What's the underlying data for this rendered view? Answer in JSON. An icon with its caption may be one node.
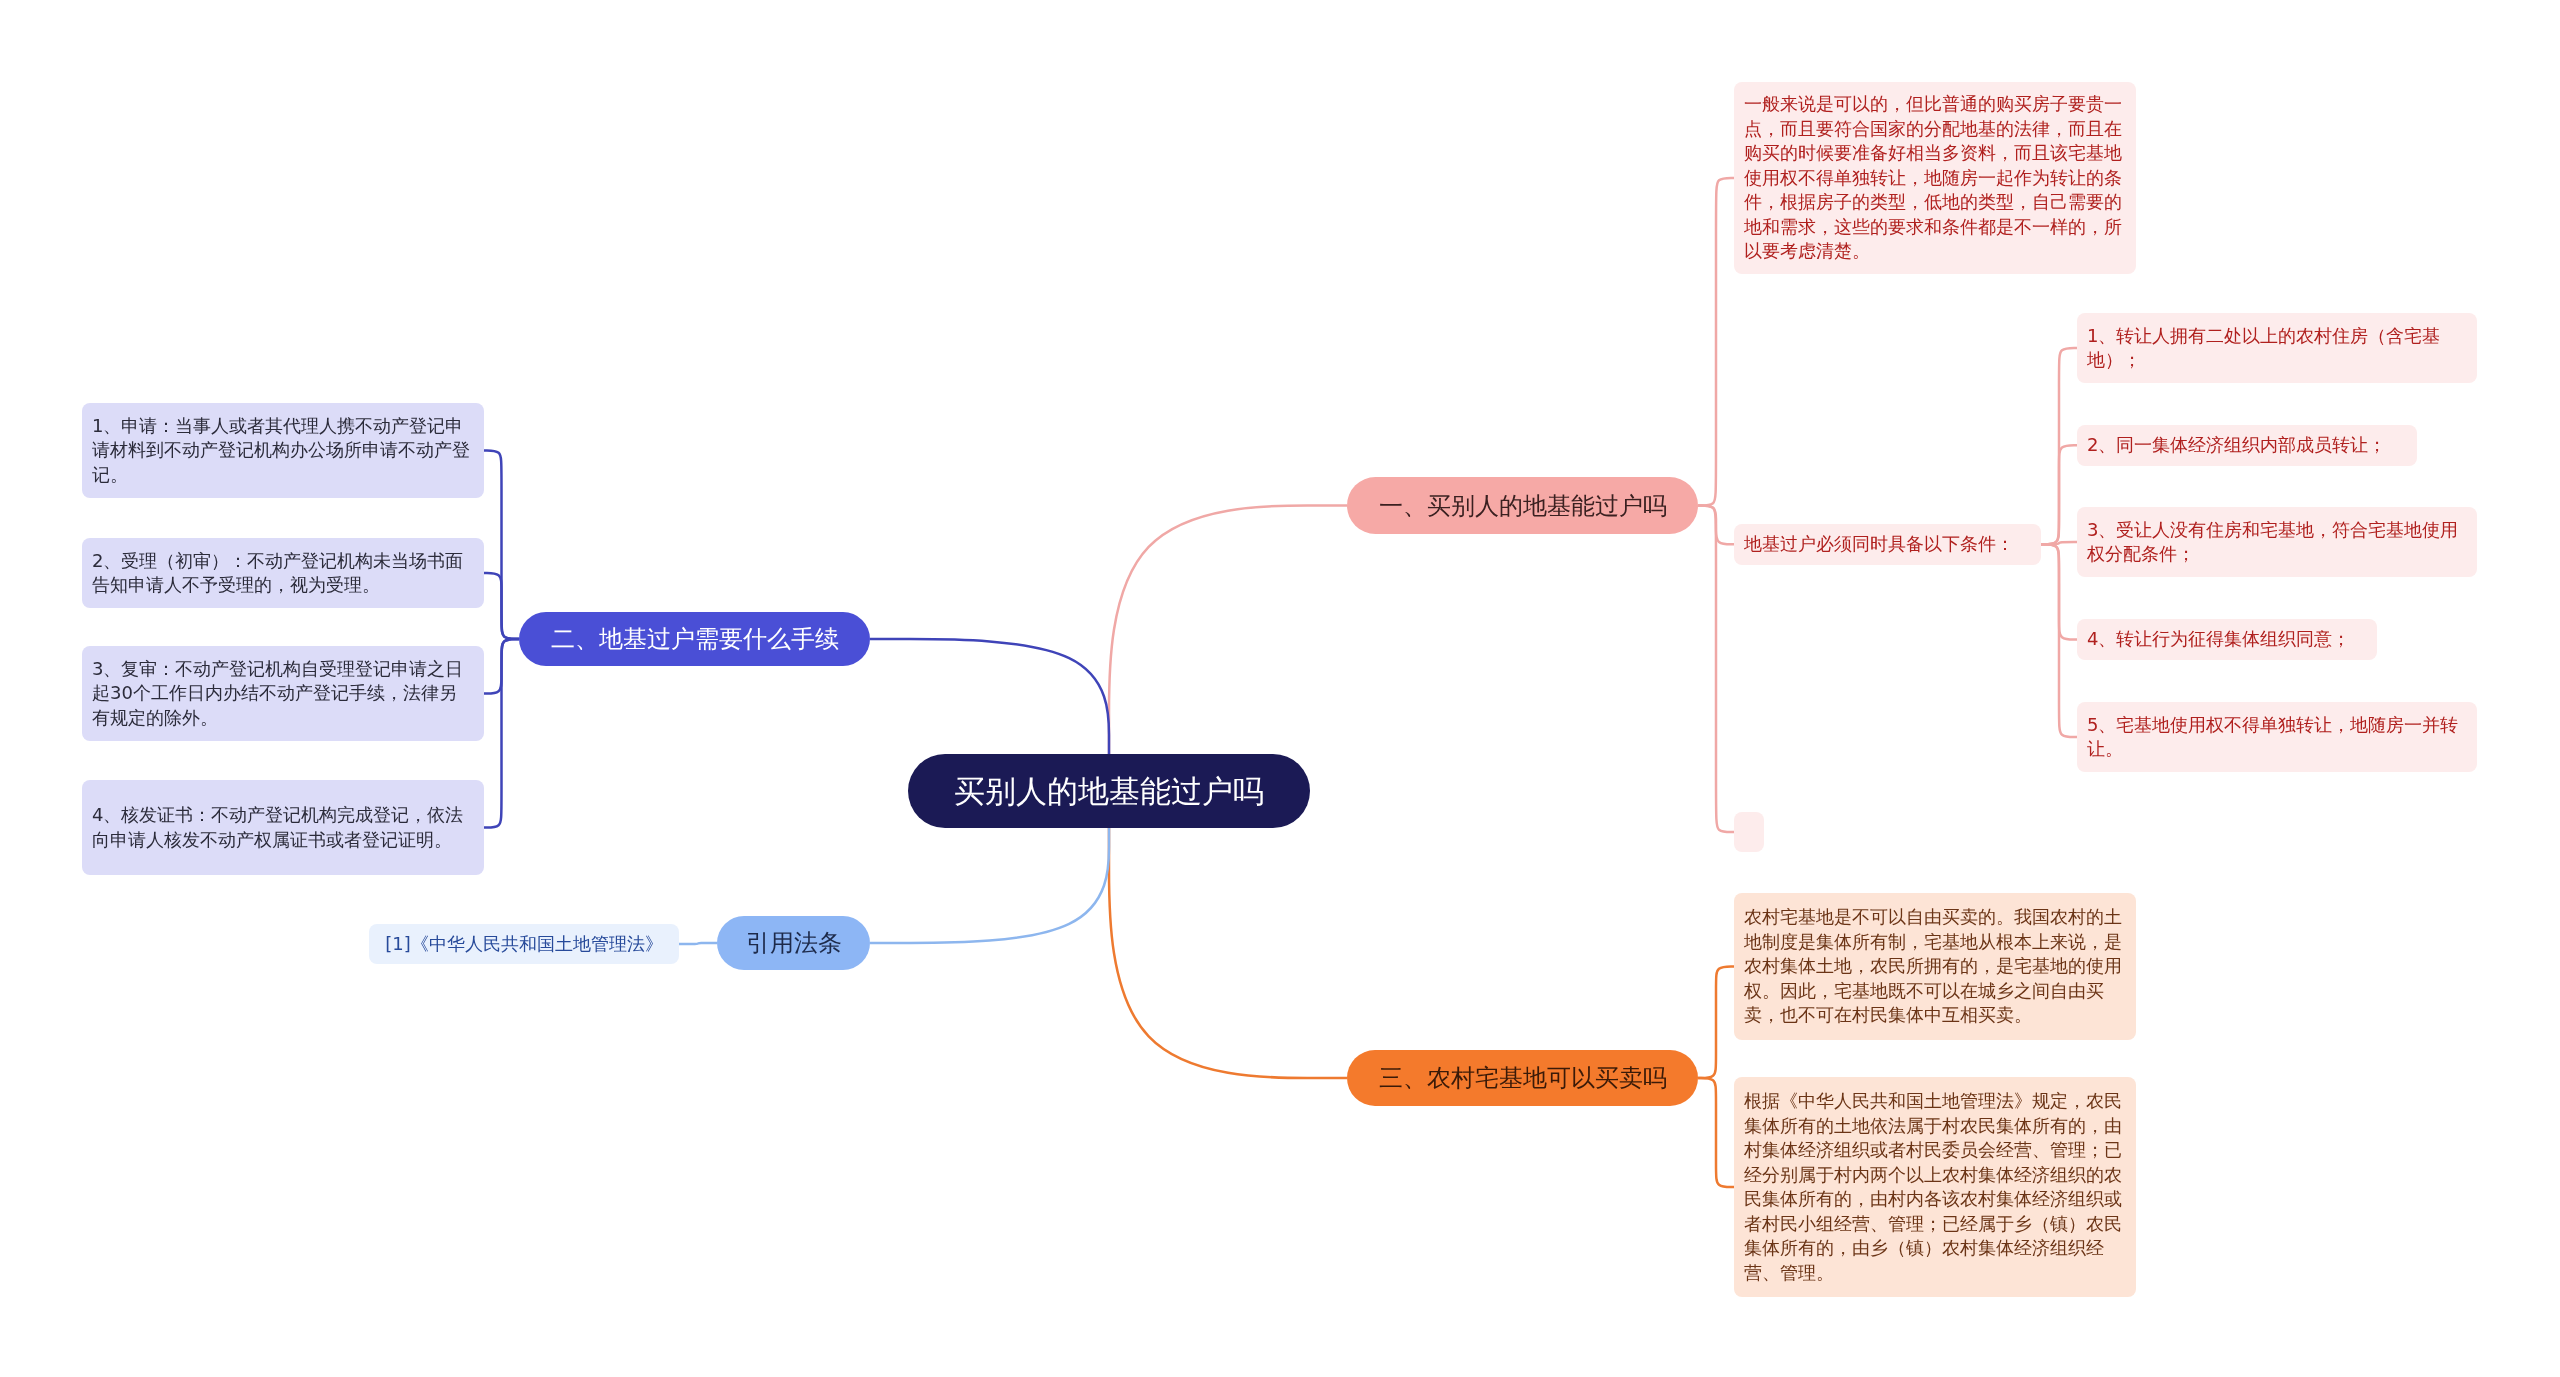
{
  "diagram": {
    "nodes": [
      {
        "text": [
          "买别人的地基能过户吗"
        ]
      },
      {
        "text": [
          "一、买别人的地基能过户吗"
        ]
      },
      {
        "text": [
          "一般来说是可以的，但比普通的购买房子要贵一点，而且要符合国家的分配地基的法律，而且在购买的时候要准备好相当多资料，而且该宅基地使用权不得单独转让，地随房一起作为转让的条件，根据房子的类型，低地的类型，自己需要的地和需求，这些的要求和条件都是不一样的，所以要考虑清楚。"
        ]
      },
      {
        "text": [
          "地基过户必须同时具备以下条件："
        ]
      },
      {
        "text": [
          "1、转让人拥有二处以上的农村住房（含宅基地）；"
        ]
      },
      {
        "text": [
          "2、同一集体经济组织内部成员转让；"
        ]
      },
      {
        "text": [
          "3、受让人没有住房和宅基地，符合宅基地使用权分配条件；"
        ]
      },
      {
        "text": [
          "4、转让行为征得集体组织同意；"
        ]
      },
      {
        "text": [
          "5、宅基地使用权不得单独转让，地随房一并转让。"
        ]
      },
      {
        "text": [],
        "shape": "box"
      },
      {
        "text": [
          "三、农村宅基地可以买卖吗"
        ]
      },
      {
        "text": [
          "农村宅基地是不可以自由买卖的。我国农村的土地制度是集体所有制，宅基地从根本上来说，是农村集体土地，农民所拥有的，是宅基地的使用权。因此，宅基地既不可以在城乡之间自由买卖，也不可在村民集体中互相买卖。"
        ]
      },
      {
        "text": [
          "根据《中华人民共和国土地管理法》规定，农民集体所有的土地依法属于村农民集体所有的，由村集体经济组织或者村民委员会经营、管理；已经分别属于村内两个以上农村集体经济组织的农民集体所有的，由村内各该农村集体经济组织或者村民小组经营、管理；已经属于乡（镇）农民集体所有的，由乡（镇）农村集体经济组织经营、管理。"
        ]
      },
      {
        "text": [
          "二、地基过户需要什么手续"
        ]
      },
      {
        "text": [
          "1、申请：当事人或者其代理人携不动产登记申请材料到不动产登记机构办公场所申请不动产登记。"
        ]
      },
      {
        "text": [
          "2、受理（初审）：不动产登记机构未当场书面告知申请人不予受理的，视为受理。"
        ]
      },
      {
        "text": [
          "3、复审：不动产登记机构自受理登记申请之日起30个工作日内办结不动产登记手续，法律另有规定的除外。"
        ]
      },
      {
        "text": [
          "4、核发证书：不动产登记机构完成登记，依法向申请人核发不动产权属证书或者登记证明。"
        ]
      },
      {
        "text": [
          "引用法条"
        ]
      },
      {
        "text": [
          "[1]《中华人民共和国土地管理法》"
        ]
      }
    ],
    "edges": [
      {
        "from": 0,
        "to": 1,
        "arrow": "none"
      },
      {
        "from": 1,
        "to": 2,
        "arrow": "none"
      },
      {
        "from": 1,
        "to": 3,
        "arrow": "none"
      },
      {
        "from": 3,
        "to": 4,
        "arrow": "none"
      },
      {
        "from": 3,
        "to": 5,
        "arrow": "none"
      },
      {
        "from": 3,
        "to": 6,
        "arrow": "none"
      },
      {
        "from": 3,
        "to": 7,
        "arrow": "none"
      },
      {
        "from": 3,
        "to": 8,
        "arrow": "none"
      },
      {
        "from": 1,
        "to": 9,
        "arrow": "none"
      },
      {
        "from": 0,
        "to": 10,
        "arrow": "none",
        "color": "#ee7a30"
      },
      {
        "from": 10,
        "to": 11,
        "arrow": "none",
        "color": "#ee7a30"
      },
      {
        "from": 10,
        "to": 12,
        "arrow": "none",
        "color": "#ee7a30"
      },
      {
        "from": 0,
        "to": 13,
        "arrow": "none",
        "color": "#3f44b8"
      },
      {
        "from": 13,
        "to": 14,
        "arrow": "none",
        "color": "#3f44b8"
      },
      {
        "from": 13,
        "to": 15,
        "arrow": "none",
        "color": "#3f44b8"
      },
      {
        "from": 13,
        "to": 16,
        "arrow": "none",
        "color": "#3f44b8"
      },
      {
        "from": 13,
        "to": 17,
        "arrow": "none",
        "color": "#3f44b8"
      },
      {
        "from": 0,
        "to": 18,
        "arrow": "none",
        "color": "#8db6ee"
      },
      {
        "from": 18,
        "to": 19,
        "arrow": "none",
        "color": "#8db6ee"
      }
    ]
  }
}
